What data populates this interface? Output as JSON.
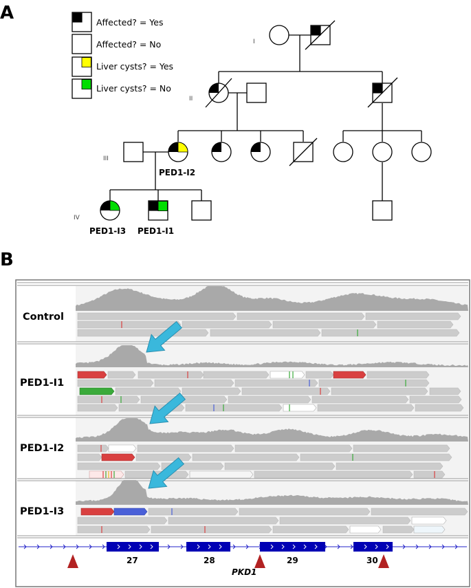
{
  "panel_a": {
    "letter": "A",
    "legend": [
      {
        "label": "Affected? = Yes",
        "quadrant": "black"
      },
      {
        "label": "Affected? = No",
        "quadrant": "none"
      },
      {
        "label": "Liver cysts? = Yes",
        "quadrant": "yellow"
      },
      {
        "label": "Liver cysts? = No",
        "quadrant": "green"
      }
    ],
    "generations": [
      "I",
      "II",
      "III",
      "IV"
    ],
    "individual_labels": [
      "PED1-I2",
      "PED1-I3",
      "PED1-I1"
    ]
  },
  "panel_b": {
    "letter": "B",
    "samples": [
      "Control",
      "PED1-I1",
      "PED1-I2",
      "PED1-I3"
    ],
    "exons": [
      "27",
      "28",
      "29",
      "30"
    ],
    "gene": "PKD1"
  },
  "colors": {
    "affected": "#000000",
    "liver_cyst_yes": "#ffff00",
    "liver_cyst_no": "#00dd00",
    "coverage": "#a9a9a9",
    "read": "#cccccc",
    "read_red": "#d94040",
    "read_blue": "#4a60d8",
    "read_green": "#3aaa3a",
    "arrow": "#3ab8dc",
    "exon": "#0000b4",
    "marker": "#b22222"
  }
}
